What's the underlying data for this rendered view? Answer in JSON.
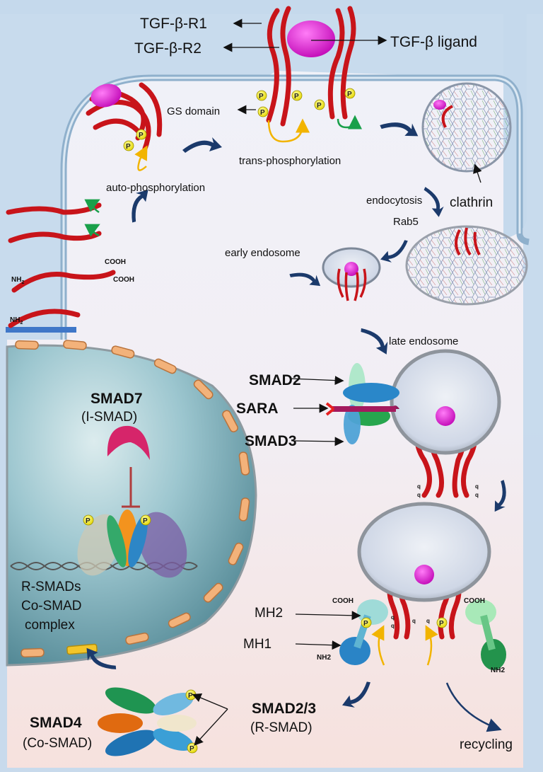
{
  "labels": {
    "tgf_r1": "TGF-β-R1",
    "tgf_r2": "TGF-β-R2",
    "tgf_ligand": "TGF-β ligand",
    "gs_domain": "GS domain",
    "trans_phos": "trans-phosphorylation",
    "auto_phos": "auto-phosphorylation",
    "endocytosis": "endocytosis",
    "rab5": "Rab5",
    "clathrin": "clathrin",
    "early_endosome": "early endosome",
    "late_endosome": "late endosome",
    "cooh": "COOH",
    "nh2_sub": "NH",
    "nh2_subscript": "2",
    "smad2": "SMAD2",
    "sara": "SARA",
    "smad3": "SMAD3",
    "smad7": "SMAD7",
    "i_smad": "(I-SMAD)",
    "complex_line1": "R-SMADs",
    "complex_line2": "Co-SMAD",
    "complex_line3": "complex",
    "mh2": "MH2",
    "mh1": "MH1",
    "nh2_plain": "NH2",
    "smad4": "SMAD4",
    "co_smad": "(Co-SMAD)",
    "smad23": "SMAD2/3",
    "r_smad": "(R-SMAD)",
    "recycling": "recycling",
    "p": "P",
    "q": "q"
  },
  "colors": {
    "membrane": "#9cbad4",
    "cytoplasm_top": "#eef1f8",
    "cytoplasm_bottom": "#f8e4e0",
    "extracellular": "#bfd6ea",
    "nucleus": "#5f97a6",
    "receptor": "#d0181d",
    "ligand": "#e020d8",
    "arrow": "#1b3a6b",
    "phospho": "#f4e800",
    "nuclear_pore": "#f3b27a"
  }
}
